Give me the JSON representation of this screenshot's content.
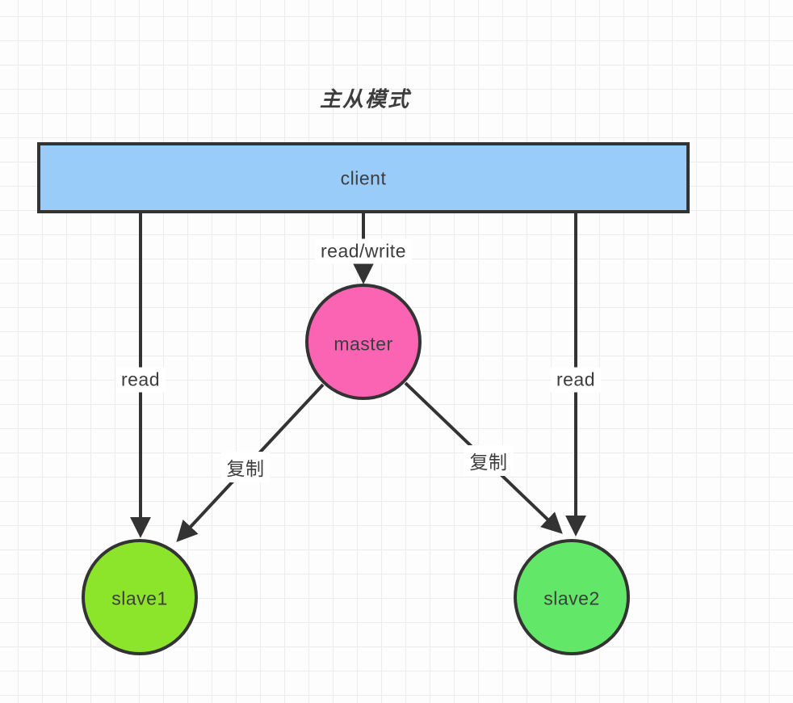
{
  "diagram": {
    "title": "主从模式",
    "nodes": {
      "client": {
        "label": "client",
        "fill": "#99CCF9"
      },
      "master": {
        "label": "master",
        "fill": "#FB63B3"
      },
      "slave1": {
        "label": "slave1",
        "fill": "#8DE52B"
      },
      "slave2": {
        "label": "slave2",
        "fill": "#62E768"
      }
    },
    "edges": {
      "client_master": {
        "label": "read/write"
      },
      "client_slave1": {
        "label": "read"
      },
      "client_slave2": {
        "label": "read"
      },
      "master_slave1": {
        "label": "复制"
      },
      "master_slave2": {
        "label": "复制"
      }
    },
    "colors": {
      "stroke": "#333333",
      "text": "#3d3d3d",
      "grid": "#ececec",
      "background": "#fdfdfd"
    }
  }
}
